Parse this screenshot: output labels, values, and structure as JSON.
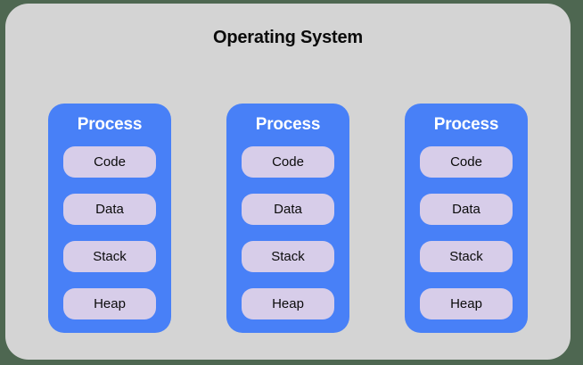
{
  "diagram": {
    "title": "Operating System",
    "background_color": "#4e6751",
    "container_color": "#d4d4d4",
    "process_color": "#4880f7",
    "segment_color": "#d7cde9",
    "title_color": "#0b0b0b",
    "process_title_color": "#ffffff",
    "processes": [
      {
        "label": "Process",
        "segments": [
          {
            "label": "Code"
          },
          {
            "label": "Data"
          },
          {
            "label": "Stack"
          },
          {
            "label": "Heap"
          }
        ]
      },
      {
        "label": "Process",
        "segments": [
          {
            "label": "Code"
          },
          {
            "label": "Data"
          },
          {
            "label": "Stack"
          },
          {
            "label": "Heap"
          }
        ]
      },
      {
        "label": "Process",
        "segments": [
          {
            "label": "Code"
          },
          {
            "label": "Data"
          },
          {
            "label": "Stack"
          },
          {
            "label": "Heap"
          }
        ]
      }
    ]
  }
}
